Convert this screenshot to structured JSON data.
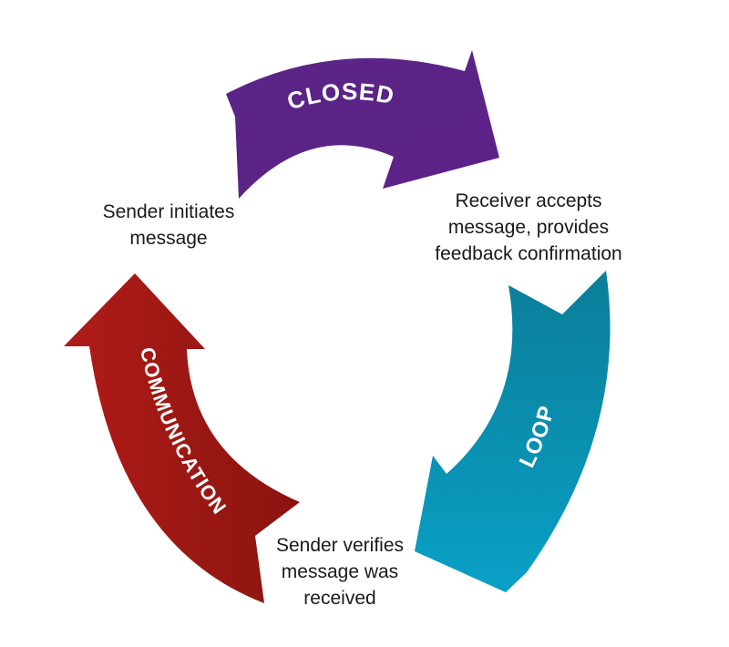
{
  "diagram": {
    "title": "Closed Loop Communication",
    "arrows": [
      {
        "id": "closed",
        "label": "CLOSED",
        "color_start": "#5a2485",
        "color_end": "#5e2288",
        "direction": "clockwise-top"
      },
      {
        "id": "loop",
        "label": "LOOP",
        "color_start": "#0b7d98",
        "color_end": "#0aa0c6",
        "direction": "clockwise-right"
      },
      {
        "id": "communication",
        "label": "COMMUNICATION",
        "color_start": "#b01c18",
        "color_end": "#8a1410",
        "direction": "clockwise-left"
      }
    ],
    "steps": [
      {
        "id": "sender-initiates",
        "lines": [
          "Sender initiates",
          "message"
        ]
      },
      {
        "id": "receiver-accepts",
        "lines": [
          "Receiver accepts",
          "message, provides",
          "feedback confirmation"
        ]
      },
      {
        "id": "sender-verifies",
        "lines": [
          "Sender verifies",
          "message was",
          "received"
        ]
      }
    ]
  }
}
